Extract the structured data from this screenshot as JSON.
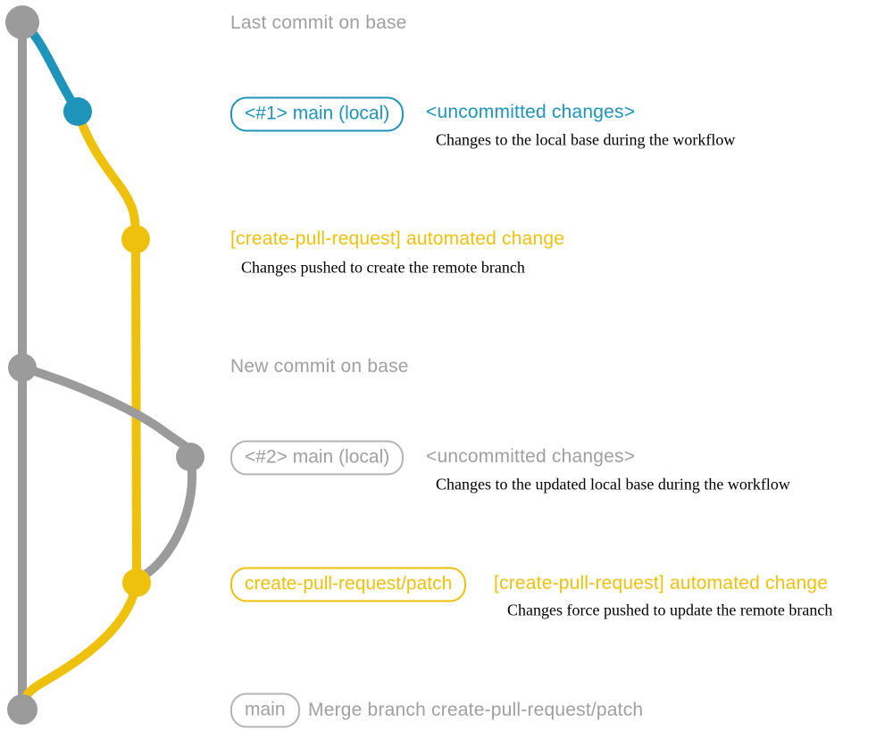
{
  "colors": {
    "blue": "#1e94ba",
    "yellow": "#eec10d",
    "gray": "#9b9b9b",
    "gray-text": "#a0a0a0",
    "gray-light": "#b4b4b4",
    "ink": "#000000"
  },
  "rows": {
    "last_commit": {
      "heading": "Last commit on base"
    },
    "main_local_1": {
      "badge": "<#1> main (local)",
      "heading": "<uncommitted changes>",
      "description": "Changes to the local base during the workflow"
    },
    "automated_change_1": {
      "heading": "[create-pull-request] automated change",
      "description": "Changes pushed to create the remote branch"
    },
    "new_commit": {
      "heading": "New commit on base"
    },
    "main_local_2": {
      "badge": "<#2> main (local)",
      "heading": "<uncommitted changes>",
      "description": "Changes to the updated local base during the workflow"
    },
    "patch_branch": {
      "badge": "create-pull-request/patch",
      "heading": "[create-pull-request] automated change",
      "description": "Changes force pushed to update the remote branch"
    },
    "merge": {
      "badge": "main",
      "heading": "Merge branch create-pull-request/patch"
    }
  }
}
